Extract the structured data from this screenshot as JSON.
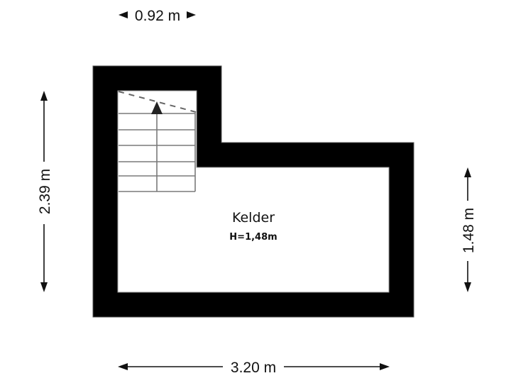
{
  "floorplan": {
    "room": {
      "name": "Kelder",
      "height_label": "H=1,48m"
    },
    "dimensions": {
      "top": "0.92 m",
      "left": "2.39 m",
      "right": "1.48 m",
      "bottom": "3.20 m"
    },
    "colors": {
      "wall": "#000000",
      "floor": "#ffffff",
      "stair_line": "#7a7a7a",
      "dimension_line": "#111111"
    },
    "stairs": {
      "tread_count": 6,
      "direction": "up"
    }
  }
}
